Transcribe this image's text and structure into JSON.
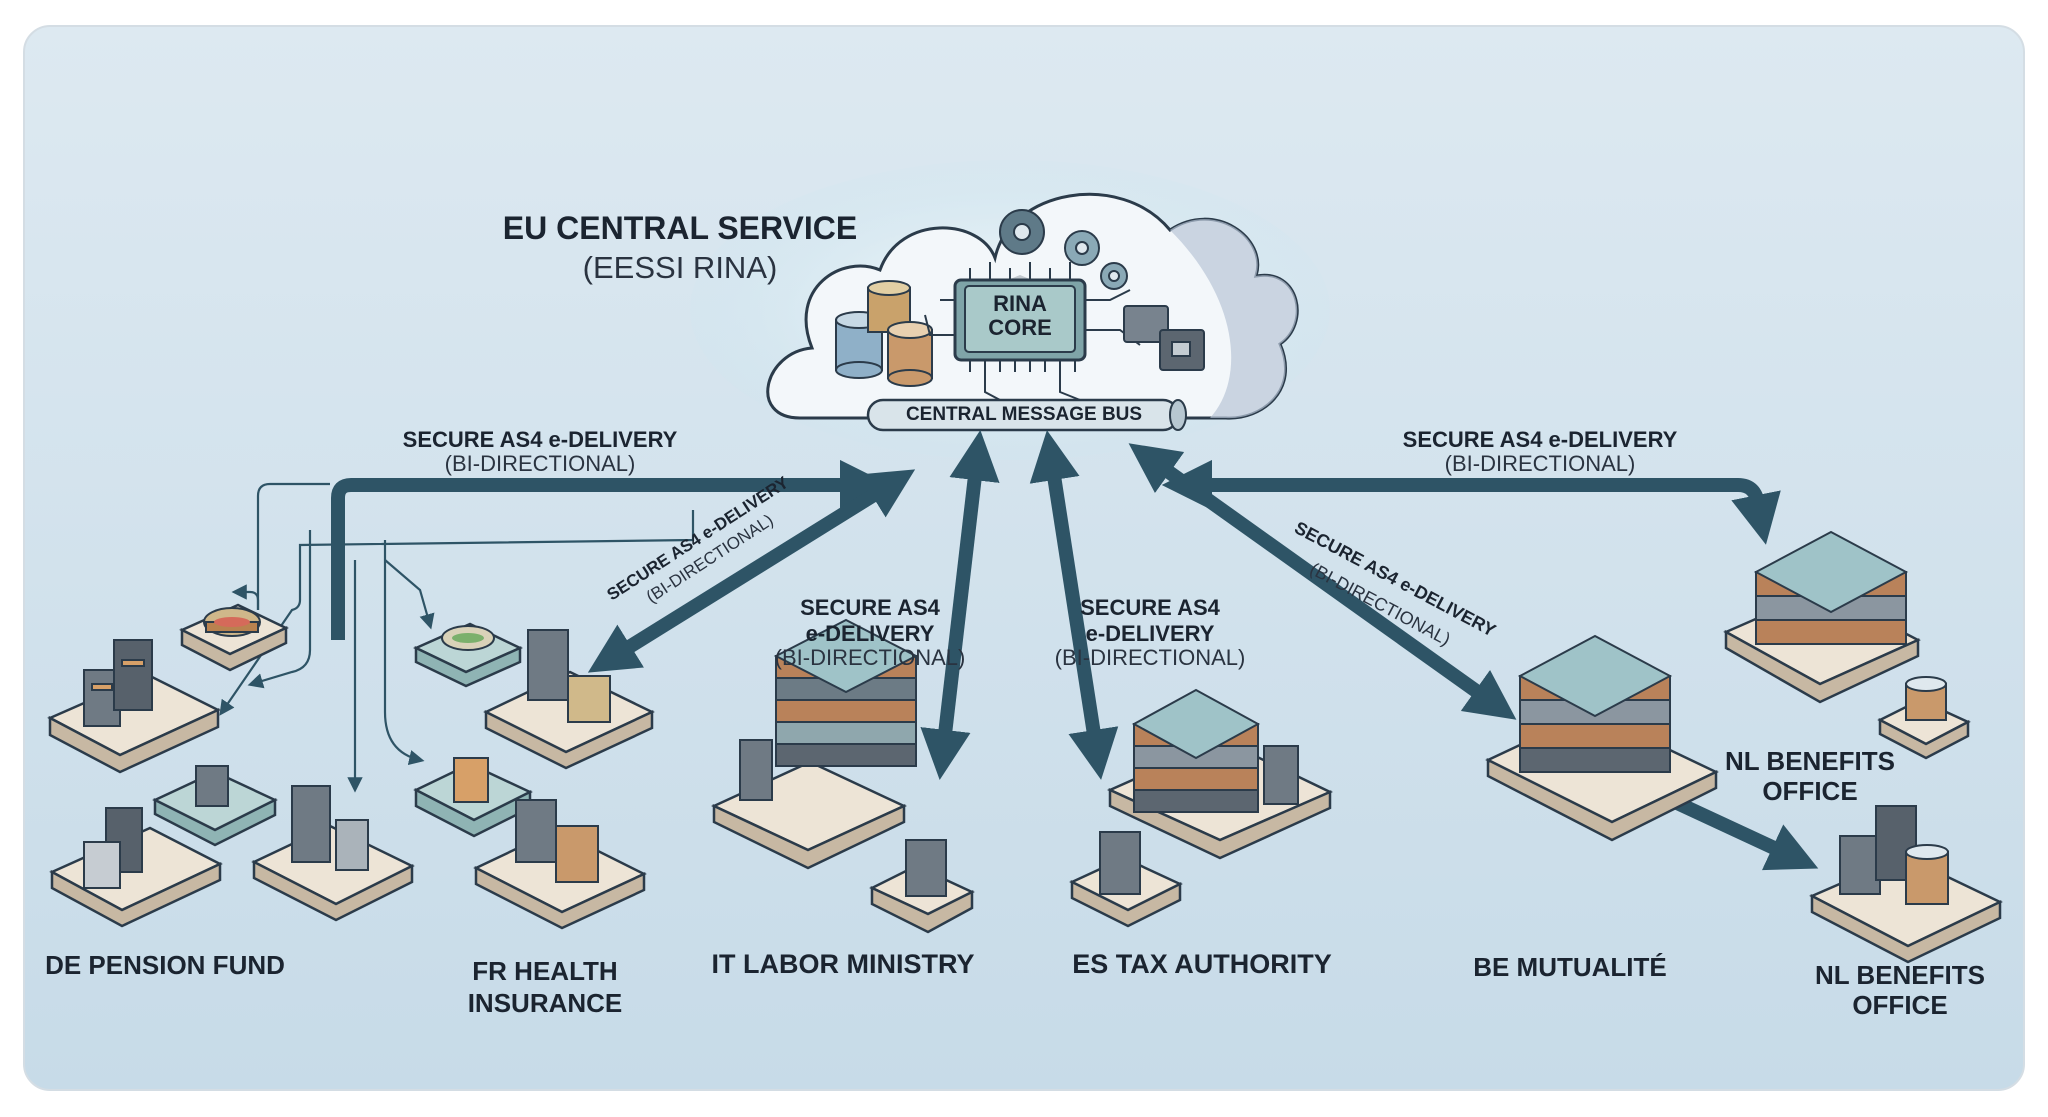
{
  "hub": {
    "title": "EU CENTRAL SERVICE",
    "subtitle": "(EESSI RINA)",
    "core_label_1": "RINA",
    "core_label_2": "CORE",
    "bus_label": "CENTRAL MESSAGE BUS"
  },
  "connections": {
    "left": {
      "line1": "SECURE AS4 e-DELIVERY",
      "line2": "(BI-DIRECTIONAL)"
    },
    "diag_left": {
      "line1": "SECURE AS4 e-DELIVERY",
      "line2": "(BI-DIRECTIONAL)"
    },
    "center_left": {
      "line1": "SECURE AS4",
      "line2": "e-DELIVERY",
      "line3": "(BI-DIRECTIONAL)"
    },
    "center_right": {
      "line1": "SECURE AS4",
      "line2": "e-DELIVERY",
      "line3": "(BI-DIRECTIONAL)"
    },
    "diag_right": {
      "line1": "SECURE AS4 e-DELIVERY",
      "line2": "(BI-DIRECTIONAL)"
    },
    "right": {
      "line1": "SECURE AS4 e-DELIVERY",
      "line2": "(BI-DIRECTIONAL)"
    }
  },
  "nodes": {
    "de": "DE PENSION FUND",
    "fr_1": "FR HEALTH",
    "fr_2": "INSURANCE",
    "it": "IT LABOR MINISTRY",
    "es": "ES TAX AUTHORITY",
    "be": "BE MUTUALITÉ",
    "nl_top_1": "NL BENEFITS",
    "nl_top_2": "OFFICE",
    "nl_bottom_1": "NL BENEFITS",
    "nl_bottom_2": "OFFICE"
  },
  "colors": {
    "background_top": "#dde9f1",
    "background_bottom": "#c9dcea",
    "arrow": "#2e5466",
    "platform": "#e9e0d2",
    "server_dark": "#67717c",
    "server_orange": "#b9825a",
    "glass_top": "#9fc3c8"
  }
}
